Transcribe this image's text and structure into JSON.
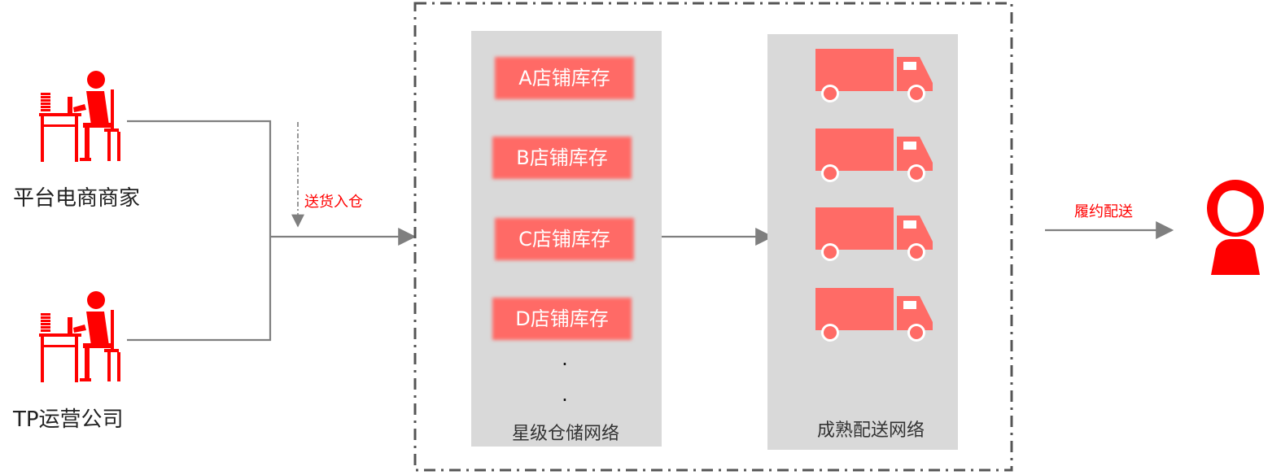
{
  "colors": {
    "accent_red": "#ff0000",
    "inventory_red": "#ff6b66",
    "truck_red": "#ff6b66",
    "panel_gray": "#d9d9d9",
    "line_gray": "#7f7f7f",
    "border_dark": "#555555"
  },
  "sources": [
    {
      "label": "平台电商商家",
      "icon": "person-at-desk-icon"
    },
    {
      "label": "TP运营公司",
      "icon": "person-at-desk-icon"
    }
  ],
  "inbound_label": "送货入仓",
  "warehouse_network": {
    "caption": "星级仓储网络",
    "items": [
      "A店铺库存",
      "B店铺库存",
      "C店铺库存",
      "D店铺库存"
    ],
    "ellipsis": [
      "·",
      "·"
    ]
  },
  "delivery_network": {
    "caption": "成熟配送网络",
    "truck_icon": "truck-icon",
    "truck_count": 4
  },
  "outbound_label": "履约配送",
  "customer_icon": "customer-avatar-icon"
}
